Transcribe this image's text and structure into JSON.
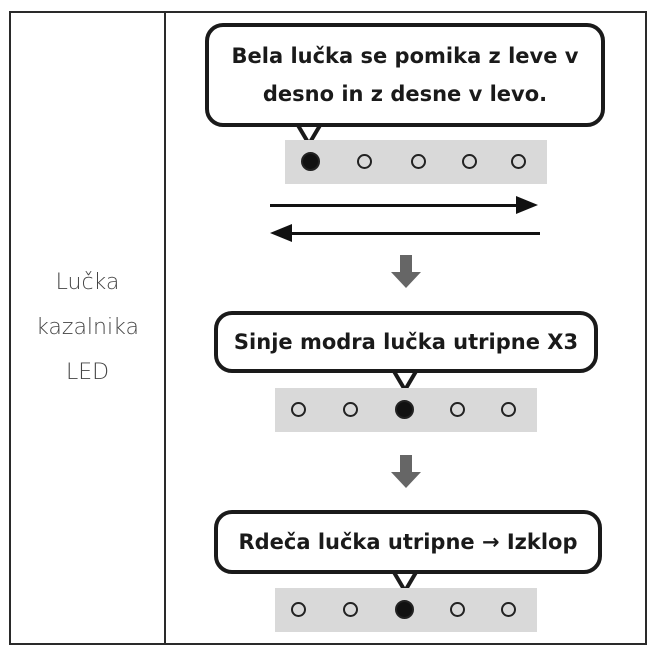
{
  "row_label": [
    "Lučka",
    "kazalnika",
    "LED"
  ],
  "steps": [
    {
      "text_lines": [
        "Bela lučka se pomika z leve v",
        "desno in z desne v levo."
      ],
      "lit_index": 0,
      "led_count": 5
    },
    {
      "text": "Sinje modra lučka utripne X3",
      "lit_index": 2,
      "led_count": 5
    },
    {
      "text": "Rdeča lučka utripne → Izklop",
      "lit_index": 2,
      "led_count": 5
    }
  ],
  "colors": {
    "border": "#2a2a2a",
    "strip": "#d9d9d9",
    "arrow_down": "#666666",
    "led_on": "#111111"
  }
}
